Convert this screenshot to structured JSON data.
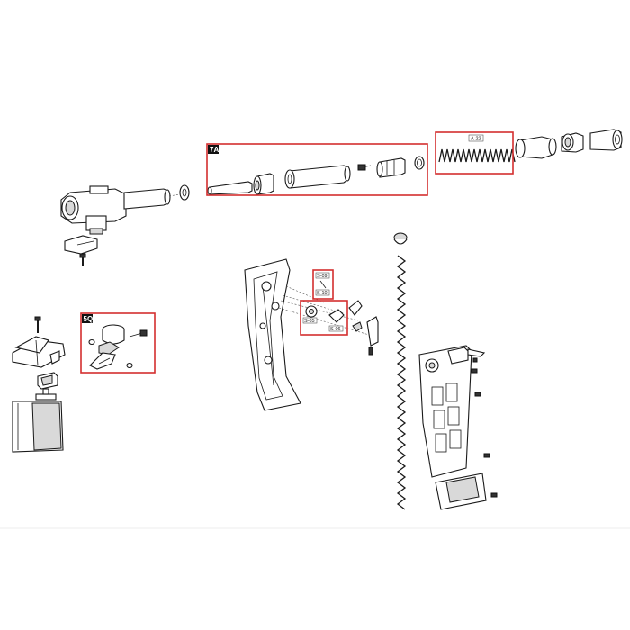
{
  "diagram": {
    "callout_color": "#d32f2f",
    "labels": {
      "group_7a": "7A",
      "group_5q": "5Q",
      "spring_a22": "A-22",
      "part_s09": "S-09",
      "part_s10": "S-10",
      "part_s05": "S-05",
      "part_s06": "S-06"
    }
  }
}
